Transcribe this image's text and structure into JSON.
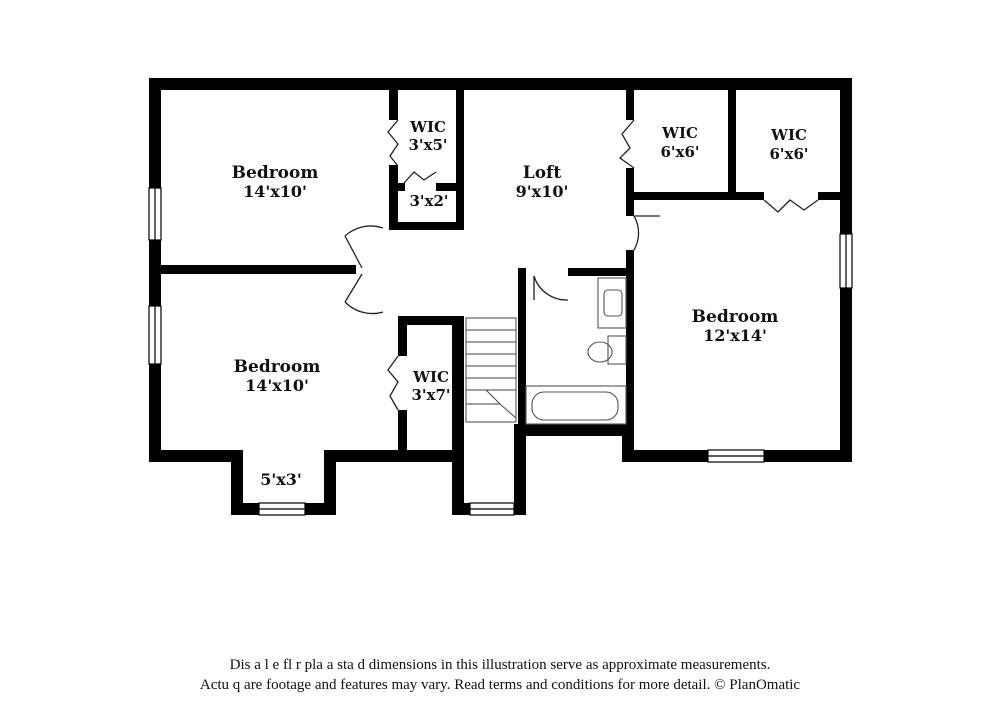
{
  "rooms": {
    "bedroom_top_left": {
      "name": "Bedroom",
      "dims": "14'x10'"
    },
    "wic_top": {
      "name": "WIC",
      "dims": "3'x5'"
    },
    "closet_small": {
      "dims": "3'x2'"
    },
    "loft": {
      "name": "Loft",
      "dims": "9'x10'"
    },
    "wic_center_right": {
      "name": "WIC",
      "dims": "6'x6'"
    },
    "wic_far_right": {
      "name": "WIC",
      "dims": "6'x6'"
    },
    "bedroom_bottom_left": {
      "name": "Bedroom",
      "dims": "14'x10'"
    },
    "wic_bottom": {
      "name": "WIC",
      "dims": "3'x7'"
    },
    "bedroom_right": {
      "name": "Bedroom",
      "dims": "12'x14'"
    },
    "bay": {
      "dims": "5'x3'"
    }
  },
  "disclaimer": {
    "line1": "Dis a    l e fl  r pla  a  sta  d dimensions in this illustration serve as approximate measurements.",
    "line2": "Actu   q  are footage and features may vary. Read terms and conditions for more detail. © PlanOmatic"
  },
  "colors": {
    "wall": "#000000",
    "background": "#ffffff",
    "fixture": "#555555"
  }
}
